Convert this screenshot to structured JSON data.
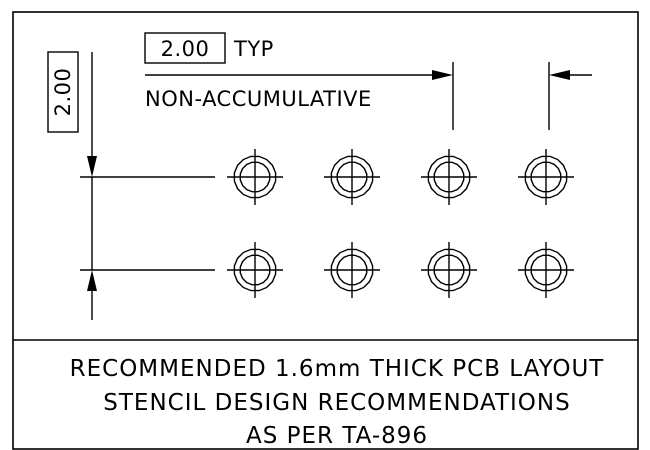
{
  "dimensions": {
    "horizontal_pitch": {
      "value": "2.00",
      "suffix": "TYP"
    },
    "vertical_pitch": {
      "value": "2.00"
    },
    "note": "NON-ACCUMULATIVE"
  },
  "pad_grid": {
    "rows": 2,
    "columns": 4
  },
  "title_block": {
    "line1": "RECOMMENDED 1.6mm THICK PCB LAYOUT",
    "line2": "STENCIL DESIGN RECOMMENDATIONS",
    "line3": "AS PER TA-896"
  },
  "colors": {
    "ink": "#000000",
    "paper": "#ffffff"
  }
}
